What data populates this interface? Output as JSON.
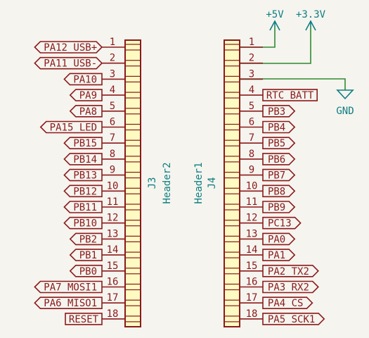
{
  "left_connector": {
    "reference": "J3",
    "value": "Header2",
    "pin_numbers": [
      "1",
      "2",
      "3",
      "4",
      "5",
      "6",
      "7",
      "8",
      "9",
      "10",
      "11",
      "12",
      "13",
      "14",
      "15",
      "16",
      "17",
      "18"
    ],
    "labels": [
      {
        "pin": 1,
        "text": "PA12_USB+",
        "shape": "bidirectional"
      },
      {
        "pin": 2,
        "text": "PA11_USB-",
        "shape": "bidirectional"
      },
      {
        "pin": 3,
        "text": "PA10",
        "shape": "output"
      },
      {
        "pin": 4,
        "text": "PA9",
        "shape": "output"
      },
      {
        "pin": 5,
        "text": "PA8",
        "shape": "output"
      },
      {
        "pin": 6,
        "text": "PA15_LED",
        "shape": "output"
      },
      {
        "pin": 7,
        "text": "PB15",
        "shape": "output"
      },
      {
        "pin": 8,
        "text": "PB14",
        "shape": "output"
      },
      {
        "pin": 9,
        "text": "PB13",
        "shape": "output"
      },
      {
        "pin": 10,
        "text": "PB12",
        "shape": "output"
      },
      {
        "pin": 11,
        "text": "PB11",
        "shape": "output"
      },
      {
        "pin": 12,
        "text": "PB10",
        "shape": "output"
      },
      {
        "pin": 13,
        "text": "PB2",
        "shape": "output"
      },
      {
        "pin": 14,
        "text": "PB1",
        "shape": "output"
      },
      {
        "pin": 15,
        "text": "PB0",
        "shape": "output"
      },
      {
        "pin": 16,
        "text": "PA7_MOSI1",
        "shape": "output"
      },
      {
        "pin": 17,
        "text": "PA6_MISO1",
        "shape": "output"
      },
      {
        "pin": 18,
        "text": "RESET",
        "shape": "passive"
      }
    ]
  },
  "right_connector": {
    "reference": "J4",
    "value": "Header1",
    "pin_numbers": [
      "1",
      "2",
      "3",
      "4",
      "5",
      "6",
      "7",
      "8",
      "9",
      "10",
      "11",
      "12",
      "13",
      "14",
      "15",
      "16",
      "17",
      "18"
    ],
    "labels": [
      {
        "pin": 4,
        "text": "RTC_BATT",
        "shape": "passive"
      },
      {
        "pin": 5,
        "text": "PB3",
        "shape": "output"
      },
      {
        "pin": 6,
        "text": "PB4",
        "shape": "output"
      },
      {
        "pin": 7,
        "text": "PB5",
        "shape": "output"
      },
      {
        "pin": 8,
        "text": "PB6",
        "shape": "output"
      },
      {
        "pin": 9,
        "text": "PB7",
        "shape": "output"
      },
      {
        "pin": 10,
        "text": "PB8",
        "shape": "output"
      },
      {
        "pin": 11,
        "text": "PB9",
        "shape": "output"
      },
      {
        "pin": 12,
        "text": "PC13",
        "shape": "output"
      },
      {
        "pin": 13,
        "text": "PA0",
        "shape": "output"
      },
      {
        "pin": 14,
        "text": "PA1",
        "shape": "output"
      },
      {
        "pin": 15,
        "text": "PA2_TX2",
        "shape": "output"
      },
      {
        "pin": 16,
        "text": "PA3_RX2",
        "shape": "output"
      },
      {
        "pin": 17,
        "text": "PA4_CS",
        "shape": "output"
      },
      {
        "pin": 18,
        "text": "PA5_SCK1",
        "shape": "output"
      }
    ]
  },
  "power": {
    "plus5v": "+5V",
    "plus3v3": "+3.3V",
    "gnd": "GND"
  },
  "colors": {
    "background": "#f5f4ef",
    "wire": "#2f8a2f",
    "pin_red": "#8b1a1a",
    "body_fill": "#fdfbc2",
    "power_teal": "#0d7e80"
  }
}
